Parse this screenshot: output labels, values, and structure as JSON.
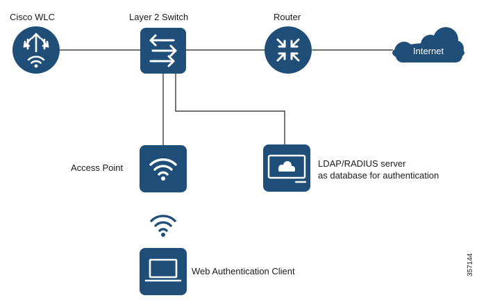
{
  "nodes": {
    "wlc": {
      "label": "Cisco WLC",
      "icon": "wlc-icon"
    },
    "switch": {
      "label": "Layer 2 Switch",
      "icon": "switch-arrows-icon"
    },
    "router": {
      "label": "Router",
      "icon": "router-arrows-icon"
    },
    "internet": {
      "label": "Internet",
      "icon": "cloud-icon"
    },
    "access_point": {
      "label": "Access Point",
      "icon": "wifi-icon"
    },
    "ldap": {
      "label_line1": "LDAP/RADIUS server",
      "label_line2": "as database for authentication",
      "icon": "server-cloud-icon"
    },
    "client": {
      "label": "Web Authentication Client",
      "icon": "laptop-icon"
    }
  },
  "figure_number": "357144",
  "colors": {
    "node": "#1f4e79",
    "line": "#1a1a1a",
    "icon": "#ffffff",
    "label": "#1a1a1a"
  }
}
